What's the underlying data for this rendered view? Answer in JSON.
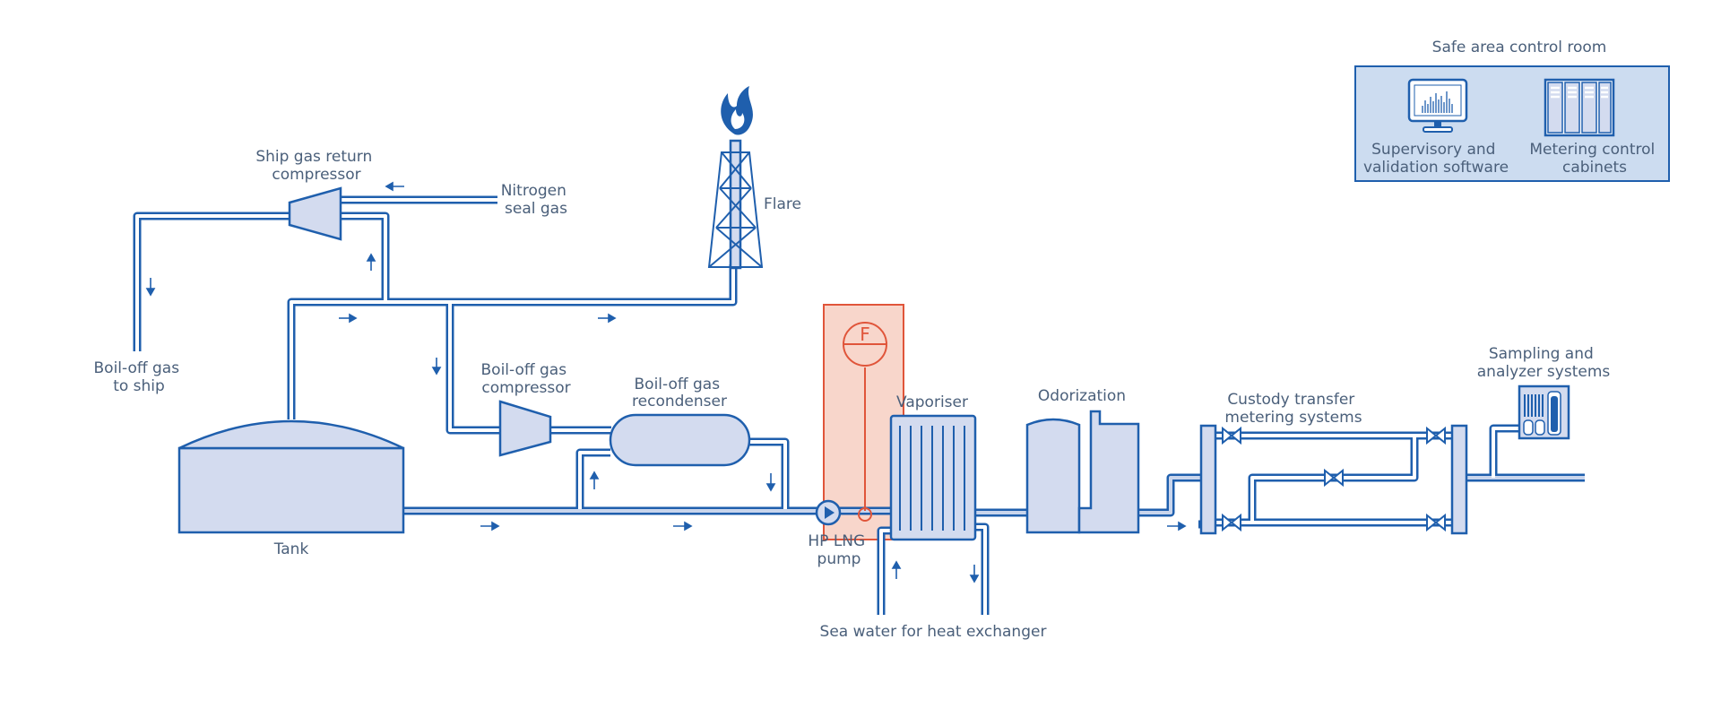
{
  "colors": {
    "pipe": "#1f5fad",
    "equipment_fill": "#d3dbef",
    "flow_highlight": "#e0553a",
    "highlight_fill": "#f8d6cb",
    "control_room_fill": "#ccdcf0",
    "label_text": "#4a5f7a"
  },
  "labels": {
    "ship_gas_return_compressor": [
      "Ship gas return",
      "compressor"
    ],
    "nitrogen_seal_gas": [
      "Nitrogen",
      "seal gas"
    ],
    "flare": "Flare",
    "boil_off_gas_to_ship": [
      "Boil-off gas",
      "to ship"
    ],
    "boil_off_gas_compressor": [
      "Boil-off gas",
      "compressor"
    ],
    "boil_off_gas_recondenser": [
      "Boil-off gas",
      "recondenser"
    ],
    "tank": "Tank",
    "hp_lng_pump": [
      "HP LNG",
      "pump"
    ],
    "vaporiser": "Vaporiser",
    "odorization": "Odorization",
    "sea_water": "Sea water for heat exchanger",
    "custody_transfer": [
      "Custody transfer",
      "metering systems"
    ],
    "sampling": [
      "Sampling and",
      "analyzer systems"
    ],
    "flow_meter": "F"
  },
  "control_room": {
    "title": "Safe area control room",
    "supervisory": [
      "Supervisory and",
      "validation software"
    ],
    "metering_cabinets": [
      "Metering control",
      "cabinets"
    ]
  },
  "icons": [
    "flame-icon",
    "flare-tower-icon",
    "compressor-icon",
    "pump-icon",
    "flow-meter-icon",
    "valve-icon",
    "monitor-icon",
    "cabinet-icon",
    "analyzer-icon",
    "flow-arrow-icon"
  ]
}
